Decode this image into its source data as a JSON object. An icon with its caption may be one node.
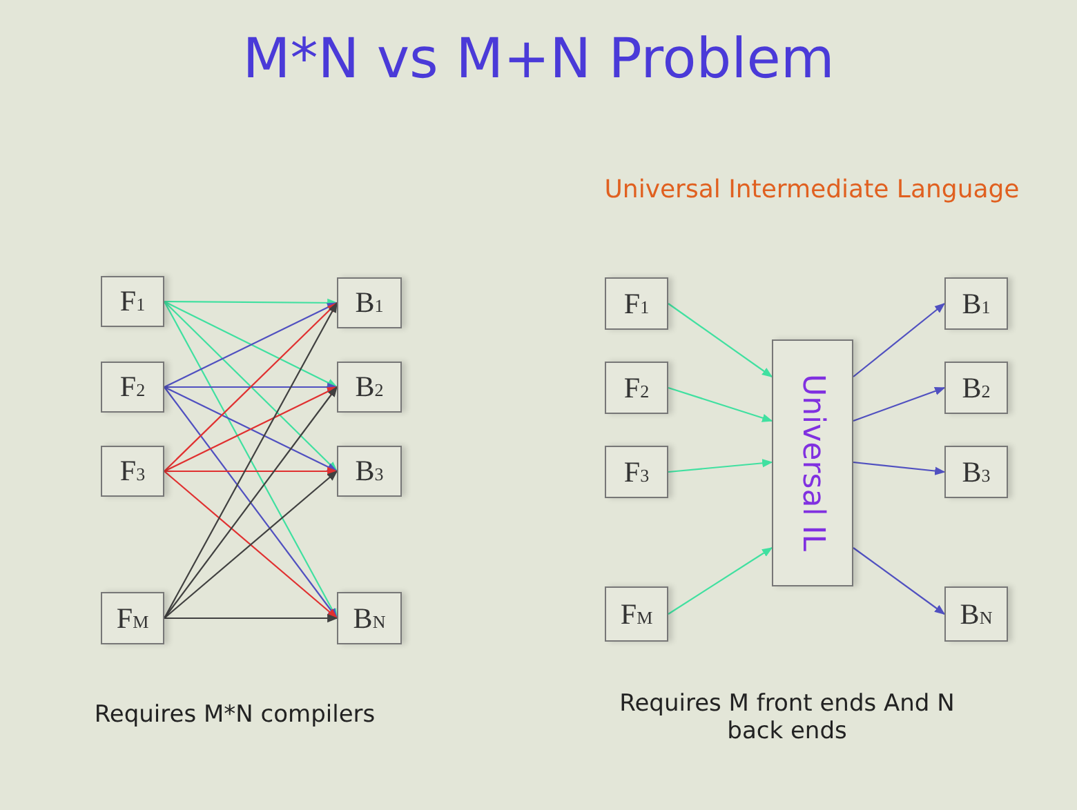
{
  "diagram": {
    "title": "M*N vs M+N Problem",
    "nodes": [
      {
        "text": [
          "F$_{1}$"
        ]
      },
      {
        "text": [
          "F$_{2}$"
        ]
      },
      {
        "text": [
          "F$_{3}$"
        ]
      },
      {
        "text": [
          "F$_{M}$"
        ]
      },
      {
        "text": [
          "B$_{1}$"
        ]
      },
      {
        "text": [
          "B$_{2}$"
        ]
      },
      {
        "text": [
          "B$_{3}$"
        ]
      },
      {
        "text": [
          "B$_{N}$"
        ]
      },
      {
        "text": [
          "F$_{1}$"
        ]
      },
      {
        "text": [
          "F$_{2}$"
        ]
      },
      {
        "text": [
          "F$_{3}$"
        ]
      },
      {
        "text": [
          "F$_{M}$"
        ]
      },
      {
        "text": [
          "Universal IL"
        ]
      },
      {
        "text": [
          "B$_{1}$"
        ]
      },
      {
        "text": [
          "B$_{2}$"
        ]
      },
      {
        "text": [
          "B$_{3}$"
        ]
      },
      {
        "text": [
          "B$_{N}$"
        ]
      }
    ],
    "edges": [
      {
        "from": 0,
        "to": 4,
        "arrow": "to",
        "color": "#40e0a0"
      },
      {
        "from": 0,
        "to": 5,
        "arrow": "to",
        "color": "#40e0a0"
      },
      {
        "from": 0,
        "to": 6,
        "arrow": "to",
        "color": "#40e0a0"
      },
      {
        "from": 0,
        "to": 7,
        "arrow": "to",
        "color": "#40e0a0"
      },
      {
        "from": 1,
        "to": 4,
        "arrow": "to",
        "color": "#5050c0"
      },
      {
        "from": 1,
        "to": 5,
        "arrow": "to",
        "color": "#5050c0"
      },
      {
        "from": 1,
        "to": 6,
        "arrow": "to",
        "color": "#5050c0"
      },
      {
        "from": 1,
        "to": 7,
        "arrow": "to",
        "color": "#5050c0"
      },
      {
        "from": 2,
        "to": 4,
        "arrow": "to",
        "color": "#e03030"
      },
      {
        "from": 2,
        "to": 5,
        "arrow": "to",
        "color": "#e03030"
      },
      {
        "from": 2,
        "to": 6,
        "arrow": "to",
        "color": "#e03030"
      },
      {
        "from": 2,
        "to": 7,
        "arrow": "to",
        "color": "#e03030"
      },
      {
        "from": 3,
        "to": 4,
        "arrow": "to",
        "color": "#404040"
      },
      {
        "from": 3,
        "to": 5,
        "arrow": "to",
        "color": "#404040"
      },
      {
        "from": 3,
        "to": 6,
        "arrow": "to",
        "color": "#404040"
      },
      {
        "from": 3,
        "to": 7,
        "arrow": "to",
        "color": "#404040"
      },
      {
        "from": 8,
        "to": 12,
        "arrow": "to",
        "color": "#40e0a0"
      },
      {
        "from": 9,
        "to": 12,
        "arrow": "to",
        "color": "#40e0a0"
      },
      {
        "from": 10,
        "to": 12,
        "arrow": "to",
        "color": "#40e0a0"
      },
      {
        "from": 11,
        "to": 12,
        "arrow": "to",
        "color": "#40e0a0"
      },
      {
        "from": 12,
        "to": 13,
        "arrow": "to",
        "color": "#5050c0"
      },
      {
        "from": 12,
        "to": 14,
        "arrow": "to",
        "color": "#5050c0"
      },
      {
        "from": 12,
        "to": 15,
        "arrow": "to",
        "color": "#5050c0"
      },
      {
        "from": 12,
        "to": 16,
        "arrow": "to",
        "color": "#5050c0"
      }
    ],
    "labels": [
      "Universal Intermediate Language",
      "Requires M*N compilers",
      "Requires M front ends And N back ends"
    ]
  }
}
